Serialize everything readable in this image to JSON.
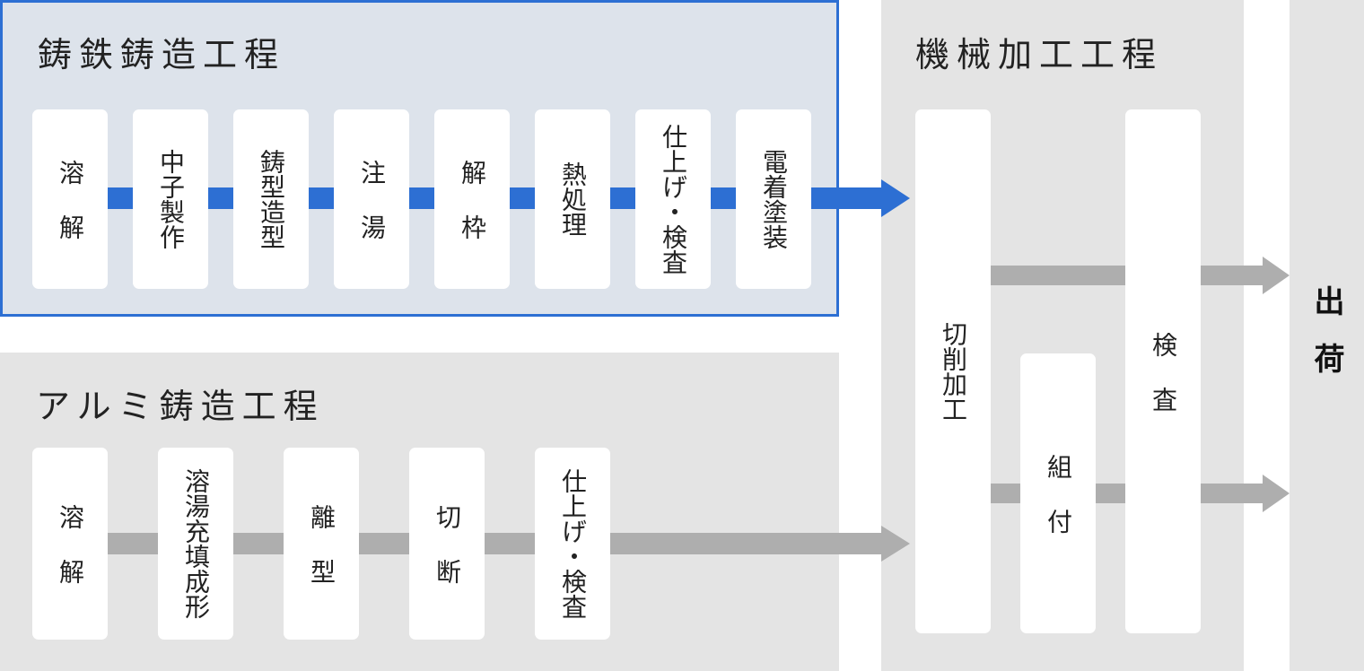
{
  "iron": {
    "title": "鋳鉄鋳造工程",
    "steps": [
      "溶 解",
      "中子製作",
      "鋳型造型",
      "注 湯",
      "解 枠",
      "熱処理",
      "仕上げ・検査",
      "電着塗装"
    ]
  },
  "alu": {
    "title": "アルミ鋳造工程",
    "steps": [
      "溶 解",
      "溶湯充填成形",
      "離 型",
      "切 断",
      "仕上げ・検査"
    ]
  },
  "machining": {
    "title": "機械加工工程",
    "steps": {
      "cutting": "切削加工",
      "assembly": "組 付",
      "inspection": "検 査"
    }
  },
  "shipping": {
    "label": "出荷"
  },
  "colors": {
    "iron_accent": "#2d6fd3",
    "arrow_gray": "#aeaeae",
    "panel_gray": "#e4e4e4",
    "iron_panel": "#dde3eb"
  }
}
